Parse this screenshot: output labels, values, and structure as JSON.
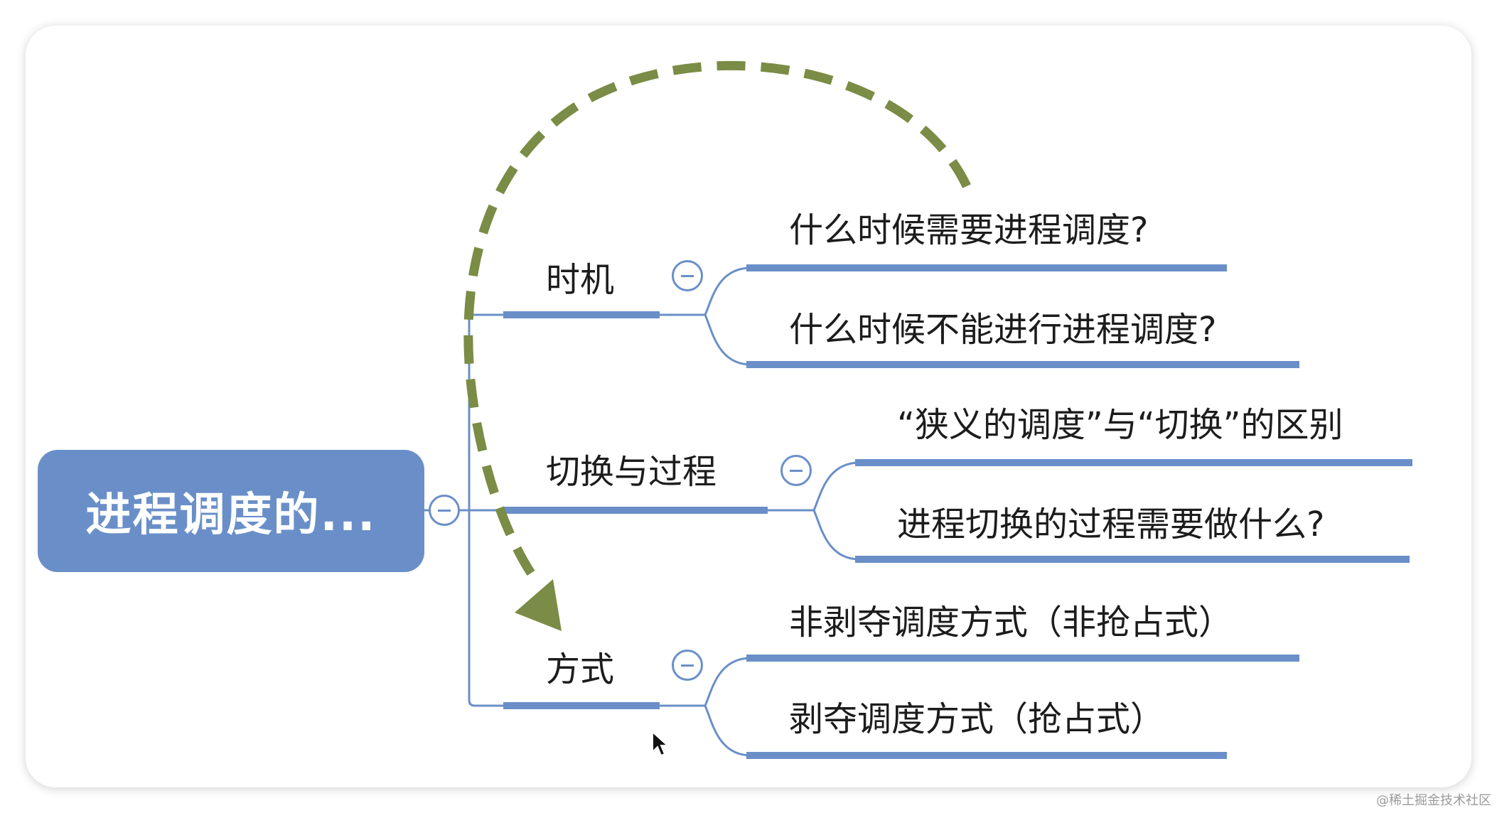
{
  "root": {
    "label": "进程调度的..."
  },
  "branches": [
    {
      "label": "时机",
      "children": [
        "什么时候需要进程调度?",
        "什么时候不能进行进程调度?"
      ]
    },
    {
      "label": "切换与过程",
      "children": [
        "“狭义的调度”与“切换”的区别",
        "进程切换的过程需要做什么?"
      ]
    },
    {
      "label": "方式",
      "children": [
        "非剥夺调度方式（非抢占式）",
        "剥夺调度方式（抢占式）"
      ]
    }
  ],
  "colors": {
    "node_blue": "#6a8fc8",
    "line_blue": "#6a8fc8",
    "arrow_olive": "#7a8c45"
  },
  "watermark": "@稀土掘金技术社区"
}
